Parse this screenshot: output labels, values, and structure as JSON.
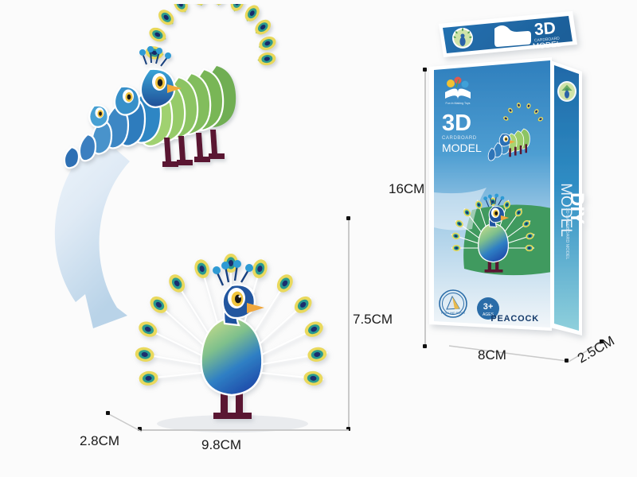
{
  "background_color": "#fbfbfb",
  "product": {
    "name": "PEACOCK",
    "model_type": "3D CARDBOARD MODEL",
    "diy_text": "DIY",
    "diy_sub": "3D CARDBOARD MODEL",
    "brand_tagline": "Fun in Making Toys"
  },
  "package": {
    "title_3d": "3D",
    "subtitle_cardboard": "CARDBOARD",
    "subtitle_model": "MODEL",
    "header_3d": "3D",
    "header_cardboard": "CARDBOARD",
    "header_model": "MODEL",
    "name_label": "PEACOCK",
    "spine_diy": "DIY",
    "spine_sub": "3D CARDBOARD MODEL",
    "age_badge_main": "3+",
    "age_badge_sub": "AGES",
    "material_badge_text": "FOAM AND PAPER",
    "colors": {
      "box_blue": "#2272b0",
      "box_blue_dark": "#1a5c93",
      "box_blue_light": "#9cc4e4",
      "green_panel": "#3f9a5e",
      "peacock_text": "#123a6b"
    }
  },
  "dimensions": {
    "product": {
      "width": "9.8CM",
      "height": "7.5CM",
      "depth": "2.8CM"
    },
    "package": {
      "height": "16CM",
      "width": "8CM",
      "depth": "2.5CM"
    }
  },
  "illustrations": {
    "exploded_model": "peacock-flat-cardboard-pieces",
    "assembled_model": "peacock-assembled-3d-model",
    "assembly_arrow": "curved-assembly-arrow",
    "package_box": "product-retail-box"
  }
}
